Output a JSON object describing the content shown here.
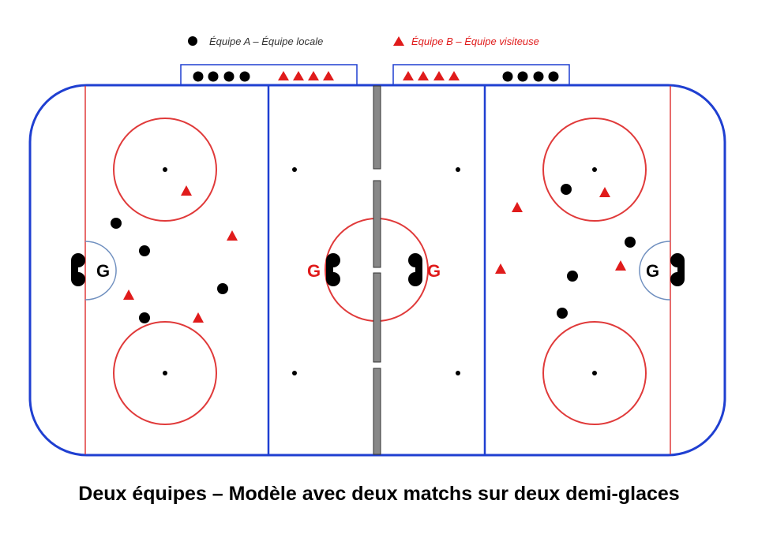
{
  "legend": {
    "team_a": "Équipe A – Équipe locale",
    "team_b": "Équipe B – Équipe visiteuse"
  },
  "goalie_label": "G",
  "caption": "Deux équipes – Modèle avec deux matchs sur deux demi-glaces",
  "colors": {
    "boards": "#1f3fd1",
    "red_line": "#e03a3a",
    "team_a": "#000000",
    "team_b": "#e01b1b",
    "crease": "#6f8fbf",
    "divider": "#555555"
  }
}
